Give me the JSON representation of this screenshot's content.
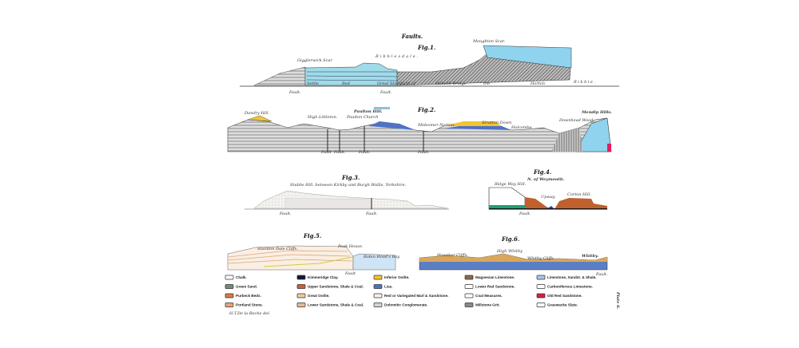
{
  "plate": {
    "title": "Faults.",
    "plate_number": "Plate 6.",
    "credit": "H.T.De la Beche del."
  },
  "fig1": {
    "title": "Fig.1.",
    "subtitle": "Ribblesdale.",
    "labels": [
      "Gigglerwick Scar",
      "Moughton Scar.",
      "Settle",
      "Red",
      "Great Stainforth",
      "of",
      "Helwith Bridge",
      "the",
      "Horton",
      "Ribble.",
      "Fault.",
      "Fault."
    ]
  },
  "fig2": {
    "title": "Fig.2.",
    "labels": [
      "Dundry Hill.",
      "High Littleton.",
      "Paulton Hill.",
      "Paulton Church",
      "Midsomer Norton.",
      "Stratton Down",
      "Holcombe",
      "Mendip Hills.",
      "Downhead Wood",
      "Fault",
      "Fault.",
      "Fault.",
      "Fault."
    ]
  },
  "fig3": {
    "title": "Fig.3.",
    "subtitle": "Stubbs Hill. between Kirkby and Burgh Wallis, Yorkshire.",
    "labels": [
      "Fault.",
      "Fault."
    ]
  },
  "fig4": {
    "title": "Fig.4.",
    "subtitle": "N. of Weymouth.",
    "labels": [
      "Ridge Way Hill.",
      "Upway.",
      "Corton Hill.",
      "Fault."
    ]
  },
  "fig5": {
    "title": "Fig.5.",
    "labels": [
      "Stainton Dale Cliffs.",
      "Peak House.",
      "Robin Hood's Bay.",
      "Fault"
    ]
  },
  "fig6": {
    "title": "Fig.6.",
    "labels": [
      "Hawsker Cliffs.",
      "High Whitby",
      "Whitby Cliffs.",
      "Whitby.",
      "Fault."
    ]
  },
  "legend": [
    {
      "label": "Chalk.",
      "color": "#ffffff"
    },
    {
      "label": "Green Sand.",
      "color": "#6d8f73"
    },
    {
      "label": "Purbeck Beds.",
      "color": "#d9784a"
    },
    {
      "label": "Portland Stone.",
      "color": "#e8a27a"
    },
    {
      "label": "Kimmeridge Clay.",
      "color": "#111833"
    },
    {
      "label": "Upper Sandstone, Shale & Coal.",
      "color": "#c8602c"
    },
    {
      "label": "Great Oolite.",
      "color": "#f0c8a0"
    },
    {
      "label": "Lower Sandstone, Shale & Coal.",
      "color": "#e6b89a"
    },
    {
      "label": "Inferior Oolite.",
      "color": "#f2c531"
    },
    {
      "label": "Lias.",
      "color": "#4f72c6"
    },
    {
      "label": "Red or Variegated Marl & Sandstone.",
      "color": "#f6f0f0"
    },
    {
      "label": "Dolomitic Conglomerate.",
      "color": "#d8d0d0"
    },
    {
      "label": "Magnesian Limestone.",
      "color": "#8a6a4a"
    },
    {
      "label": "Lower Red Sandstone.",
      "color": "#ffffff"
    },
    {
      "label": "Coal Measures.",
      "color": "#ffffff"
    },
    {
      "label": "Millstone Grit.",
      "color": "#8a8a8a"
    },
    {
      "label": "Limestone, Sandst. & Shale.",
      "color": "#a9c8e8"
    },
    {
      "label": "Carboniferous Limestone.",
      "color": "#ffffff"
    },
    {
      "label": "Old Red Sandstone.",
      "color": "#d81e4a"
    },
    {
      "label": "Grauwacke Slate.",
      "color": "#ffffff"
    }
  ]
}
